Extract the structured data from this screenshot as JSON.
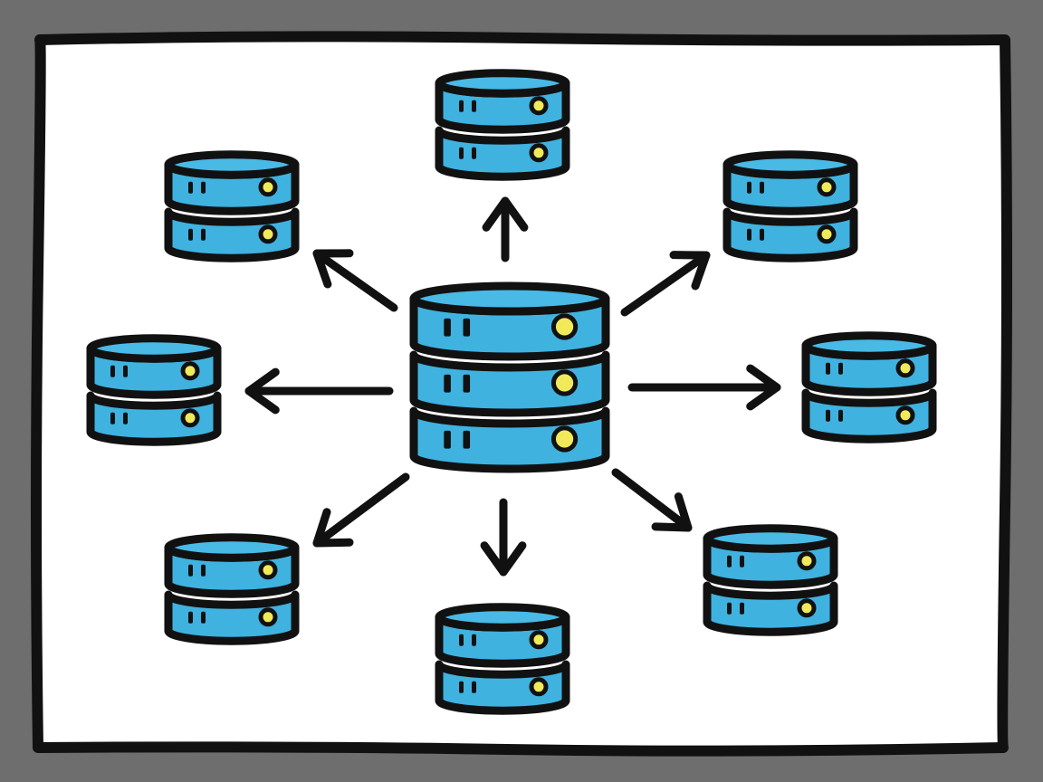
{
  "diagram": {
    "kind": "central-database-replication",
    "central_node": {
      "name": "central-database",
      "tiers": 3,
      "icon": "database-stack-icon"
    },
    "peer_nodes": [
      {
        "name": "database-top",
        "tiers": 2,
        "icon": "database-icon"
      },
      {
        "name": "database-top-right",
        "tiers": 2,
        "icon": "database-icon"
      },
      {
        "name": "database-right",
        "tiers": 2,
        "icon": "database-icon"
      },
      {
        "name": "database-bottom-right",
        "tiers": 2,
        "icon": "database-icon"
      },
      {
        "name": "database-bottom",
        "tiers": 2,
        "icon": "database-icon"
      },
      {
        "name": "database-bottom-left",
        "tiers": 2,
        "icon": "database-icon"
      },
      {
        "name": "database-left",
        "tiers": 2,
        "icon": "database-icon"
      },
      {
        "name": "database-top-left",
        "tiers": 2,
        "icon": "database-icon"
      }
    ],
    "edge_direction": "outward-from-center",
    "colors": {
      "server_fill": "#3fb2e0",
      "outline": "#111111",
      "status_led": "#f0ea5a",
      "canvas": "#ffffff",
      "backdrop": "#6e6e6e"
    }
  }
}
